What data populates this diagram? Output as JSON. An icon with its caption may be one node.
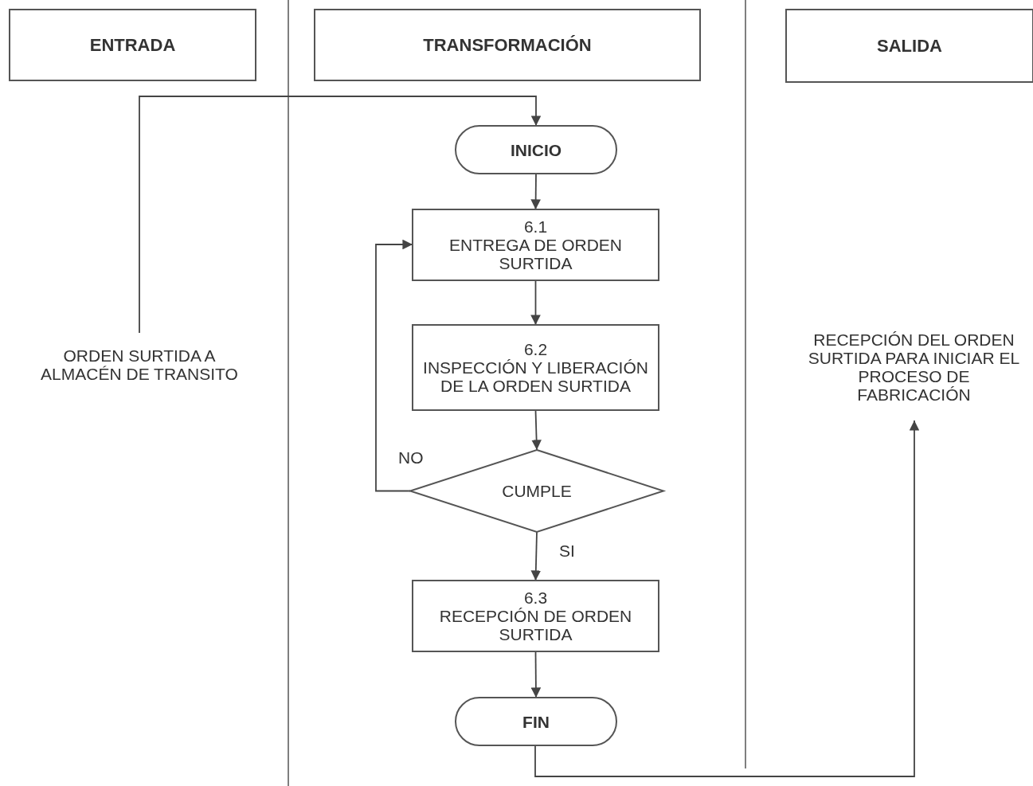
{
  "diagram": {
    "nodes": [
      {
        "text": [
          "ENTRADA"
        ]
      },
      {
        "text": [
          "TRANSFORMACIÓN"
        ]
      },
      {
        "text": [
          "SALIDA"
        ]
      },
      {
        "text": [
          "ORDEN SURTIDA A ALMACÉN DE TRANSITO"
        ]
      },
      {
        "text": [
          "INICIO"
        ]
      },
      {
        "text": [
          "6.1",
          "ENTREGA DE ORDEN SURTIDA"
        ]
      },
      {
        "text": [
          "6.2",
          "INSPECCIÓN Y LIBERACIÓN DE LA ORDEN SURTIDA"
        ]
      },
      {
        "text": [
          "CUMPLE"
        ]
      },
      {
        "text": [
          "6.3",
          "RECEPCIÓN DE ORDEN SURTIDA"
        ]
      },
      {
        "text": [
          "FIN"
        ]
      },
      {
        "text": [
          "RECEPCIÓN DEL ORDEN SURTIDA PARA INICIAR EL PROCESO DE FABRICACIÓN"
        ]
      }
    ],
    "edges": [
      {
        "from": 3,
        "to": 4,
        "arrow": "to"
      },
      {
        "from": 4,
        "to": 5,
        "arrow": "to"
      },
      {
        "from": 5,
        "to": 6,
        "arrow": "to"
      },
      {
        "from": 6,
        "to": 7,
        "arrow": "to"
      },
      {
        "from": 7,
        "to": 5,
        "arrow": "to",
        "label": "NO"
      },
      {
        "from": 7,
        "to": 8,
        "arrow": "to",
        "label": "SI"
      },
      {
        "from": 8,
        "to": 9,
        "arrow": "to"
      },
      {
        "from": 9,
        "to": 10,
        "arrow": "to"
      }
    ]
  }
}
